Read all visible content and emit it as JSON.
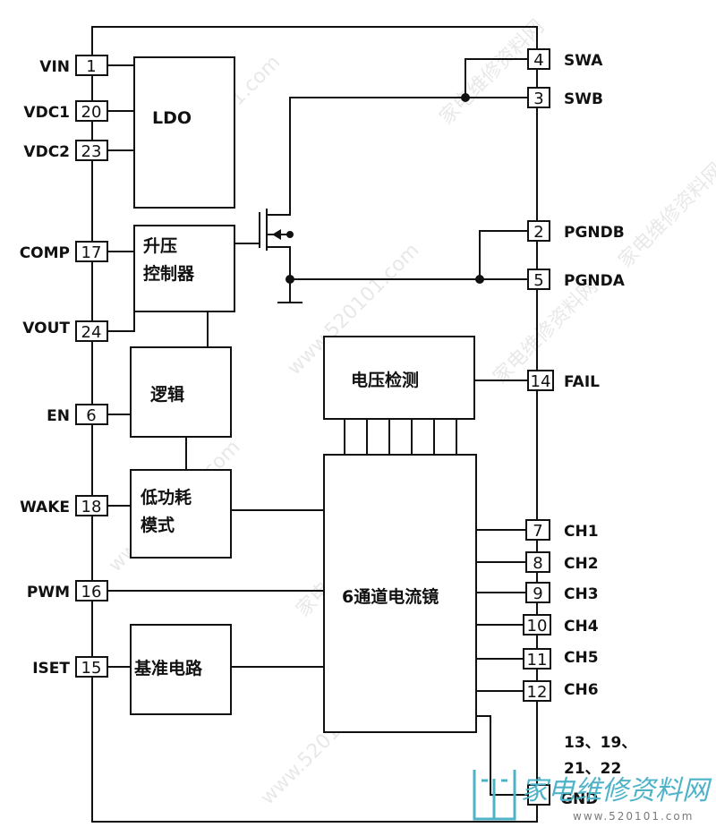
{
  "pins_left": [
    {
      "name": "VIN",
      "num": "1"
    },
    {
      "name": "VDC1",
      "num": "20"
    },
    {
      "name": "VDC2",
      "num": "23"
    },
    {
      "name": "COMP",
      "num": "17"
    },
    {
      "name": "VOUT",
      "num": "24"
    },
    {
      "name": "EN",
      "num": "6"
    },
    {
      "name": "WAKE",
      "num": "18"
    },
    {
      "name": "PWM",
      "num": "16"
    },
    {
      "name": "ISET",
      "num": "15"
    }
  ],
  "pins_right": [
    {
      "name": "SWA",
      "num": "4"
    },
    {
      "name": "SWB",
      "num": "3"
    },
    {
      "name": "PGNDB",
      "num": "2"
    },
    {
      "name": "PGNDA",
      "num": "5"
    },
    {
      "name": "FAIL",
      "num": "14"
    },
    {
      "name": "CH1",
      "num": "7"
    },
    {
      "name": "CH2",
      "num": "8"
    },
    {
      "name": "CH3",
      "num": "9"
    },
    {
      "name": "CH4",
      "num": "10"
    },
    {
      "name": "CH5",
      "num": "11"
    },
    {
      "name": "CH6",
      "num": "12"
    }
  ],
  "gnd": {
    "nums_line1": "13、19、",
    "nums_line2": "21、22",
    "name": "GND"
  },
  "blocks": {
    "ldo": "LDO",
    "boost_line1": "升压",
    "boost_line2": "控制器",
    "logic": "逻辑",
    "lowpower_line1": "低功耗",
    "lowpower_line2": "模式",
    "reference": "基准电路",
    "voltage_detect": "电压检测",
    "current_mirror": "6通道电流镜"
  },
  "watermarks": {
    "url": "www.520101.com",
    "site": "家电维修资料网",
    "logo_text": "家电维修资料网",
    "logo_url": "www.520101.com"
  }
}
